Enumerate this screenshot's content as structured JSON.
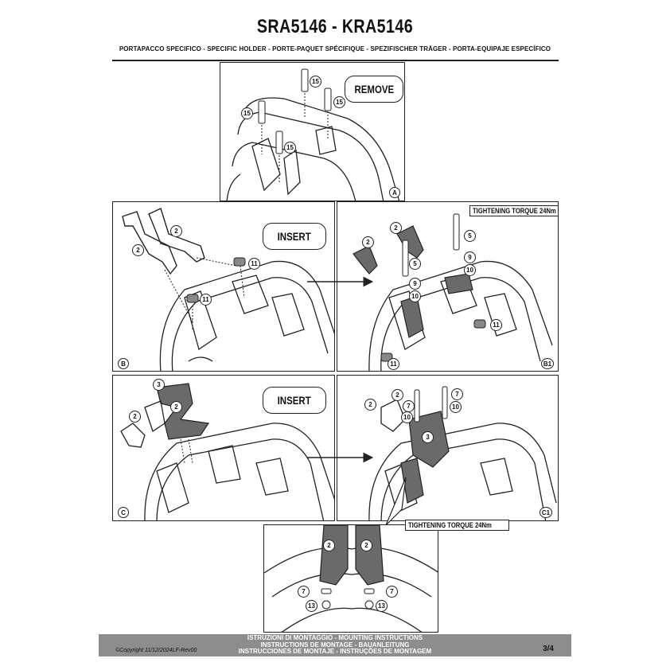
{
  "header": {
    "title": "SRA5146 - KRA5146",
    "subtitle": "PORTAPACCO SPECIFICO - SPECIFIC HOLDER - PORTE-PAQUET SPÉCIFIQUE - SPEZIFISCHER TRÄGER - PORTA-EQUIPAJE ESPECÍFICO"
  },
  "panels": {
    "A": {
      "label": "A",
      "badge": "REMOVE",
      "callouts": [
        "15",
        "15",
        "15",
        "15"
      ]
    },
    "B": {
      "label": "B",
      "badge": "INSERT",
      "callouts": [
        "2",
        "2",
        "11",
        "11"
      ]
    },
    "B1": {
      "label": "B1",
      "torque": "TIGHTENING TORQUE 24Nm",
      "callouts": [
        "2",
        "2",
        "5",
        "9",
        "10",
        "5",
        "9",
        "10",
        "11",
        "11"
      ]
    },
    "C": {
      "label": "C",
      "badge": "INSERT",
      "callouts": [
        "3",
        "2",
        "2"
      ]
    },
    "C1": {
      "label": "C1",
      "callouts": [
        "2",
        "2",
        "7",
        "7",
        "10",
        "10",
        "3"
      ]
    },
    "D": {
      "torque": "TIGHTENING TORQUE 24Nm",
      "callouts": [
        "2",
        "2",
        "7",
        "7",
        "13",
        "13"
      ]
    }
  },
  "footer": {
    "line1": "ISTRUZIONI DI MONTAGGIO - MOUNTING INSTRUCTIONS",
    "line2": "INSTRUCTIONS DE MONTAGE - BAUANLEITUNG",
    "line3": "INSTRUCCIONES DE MONTAJE - INSTRUÇÕES DE MONTAGEM",
    "copyright": "©Copyright 11/12/2024LF-Rev00",
    "page": "3/4"
  },
  "colors": {
    "footer_bg": "#8d8d8d",
    "line": "#222222",
    "part_fill": "#6a6a6a"
  }
}
